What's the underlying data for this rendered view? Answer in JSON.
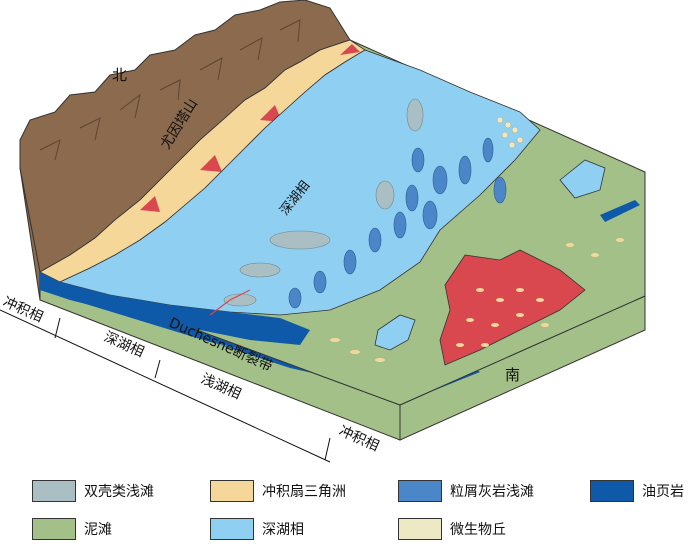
{
  "labels": {
    "north": "北",
    "south": "南",
    "mountain": "尤因塔山",
    "deep_lake_surface": "深湖相",
    "fault": "Duchesne断裂带",
    "front_alluvial_left": "冲积相",
    "front_deep_lake": "深湖相",
    "front_shallow_lake": "浅湖相",
    "front_alluvial_right": "冲积相"
  },
  "legend": [
    {
      "label": "双壳类浅滩",
      "color": "#a9bfc4"
    },
    {
      "label": "冲积扇三角洲",
      "color": "#f6d79a"
    },
    {
      "label": "粒屑灰岩浅滩",
      "color": "#4a86c8"
    },
    {
      "label": "油页岩",
      "color": "#0f5aa8"
    },
    {
      "label": "泥滩",
      "color": "#a2c088"
    },
    {
      "label": "深湖相",
      "color": "#8fd0f2"
    },
    {
      "label": "微生物丘",
      "color": "#ece9c4"
    }
  ],
  "colors": {
    "mountain": "#8b6a4e",
    "delta": "#f6d79a",
    "red_fan": "#d9474f",
    "mud_flat": "#a2c088",
    "deep_lake": "#8fd0f2",
    "oil_shale": "#0f5aa8",
    "grainstone": "#4a86c8",
    "bivalve": "#a9bfc4",
    "microbial": "#ece9c4"
  }
}
